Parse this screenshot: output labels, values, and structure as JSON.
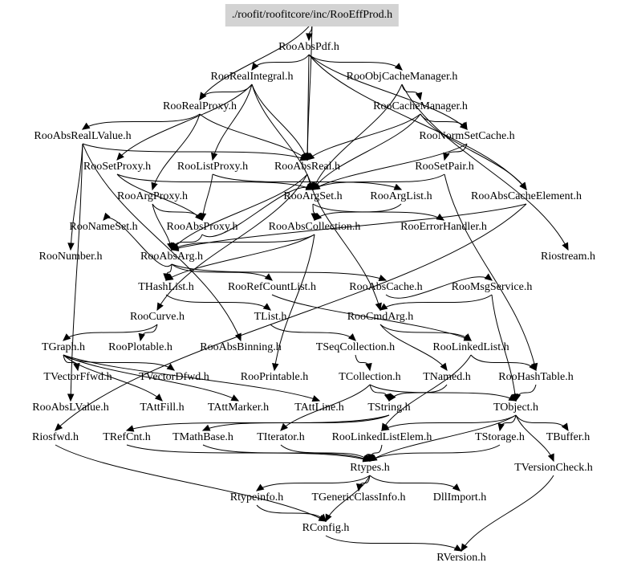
{
  "diagram": {
    "type": "include-dependency-graph",
    "root": "./roofit/roofitcore/inc/RooEffProd.h",
    "colors": {
      "root_fill": "#d3d3d3",
      "edge": "#000000",
      "background": "#ffffff"
    },
    "nodes": [
      {
        "id": "root",
        "label": "./roofit/roofitcore/inc/RooEffProd.h"
      },
      {
        "id": "RooAbsPdf",
        "label": "RooAbsPdf.h"
      },
      {
        "id": "RooRealIntegral",
        "label": "RooRealIntegral.h"
      },
      {
        "id": "RooObjCacheManager",
        "label": "RooObjCacheManager.h"
      },
      {
        "id": "RooRealProxy",
        "label": "RooRealProxy.h"
      },
      {
        "id": "RooCacheManager",
        "label": "RooCacheManager.h"
      },
      {
        "id": "RooAbsRealLValue",
        "label": "RooAbsRealLValue.h"
      },
      {
        "id": "RooNormSetCache",
        "label": "RooNormSetCache.h"
      },
      {
        "id": "RooSetProxy",
        "label": "RooSetProxy.h"
      },
      {
        "id": "RooListProxy",
        "label": "RooListProxy.h"
      },
      {
        "id": "RooAbsReal",
        "label": "RooAbsReal.h"
      },
      {
        "id": "RooSetPair",
        "label": "RooSetPair.h"
      },
      {
        "id": "RooArgProxy",
        "label": "RooArgProxy.h"
      },
      {
        "id": "RooArgSet",
        "label": "RooArgSet.h"
      },
      {
        "id": "RooArgList",
        "label": "RooArgList.h"
      },
      {
        "id": "RooAbsCacheElement",
        "label": "RooAbsCacheElement.h"
      },
      {
        "id": "RooNameSet",
        "label": "RooNameSet.h"
      },
      {
        "id": "RooAbsProxy",
        "label": "RooAbsProxy.h"
      },
      {
        "id": "RooAbsCollection",
        "label": "RooAbsCollection.h"
      },
      {
        "id": "RooErrorHandler",
        "label": "RooErrorHandler.h"
      },
      {
        "id": "RooNumber",
        "label": "RooNumber.h"
      },
      {
        "id": "RooAbsArg",
        "label": "RooAbsArg.h"
      },
      {
        "id": "Riostream",
        "label": "Riostream.h"
      },
      {
        "id": "THashList",
        "label": "THashList.h"
      },
      {
        "id": "RooRefCountList",
        "label": "RooRefCountList.h"
      },
      {
        "id": "RooAbsCache",
        "label": "RooAbsCache.h"
      },
      {
        "id": "RooMsgService",
        "label": "RooMsgService.h"
      },
      {
        "id": "RooCurve",
        "label": "RooCurve.h"
      },
      {
        "id": "TList",
        "label": "TList.h"
      },
      {
        "id": "RooCmdArg",
        "label": "RooCmdArg.h"
      },
      {
        "id": "TGraph",
        "label": "TGraph.h"
      },
      {
        "id": "RooPlotable",
        "label": "RooPlotable.h"
      },
      {
        "id": "RooAbsBinning",
        "label": "RooAbsBinning.h"
      },
      {
        "id": "TSeqCollection",
        "label": "TSeqCollection.h"
      },
      {
        "id": "RooLinkedList",
        "label": "RooLinkedList.h"
      },
      {
        "id": "TVectorFfwd",
        "label": "TVectorFfwd.h"
      },
      {
        "id": "TVectorDfwd",
        "label": "TVectorDfwd.h"
      },
      {
        "id": "RooPrintable",
        "label": "RooPrintable.h"
      },
      {
        "id": "TCollection",
        "label": "TCollection.h"
      },
      {
        "id": "TNamed",
        "label": "TNamed.h"
      },
      {
        "id": "RooHashTable",
        "label": "RooHashTable.h"
      },
      {
        "id": "RooAbsLValue",
        "label": "RooAbsLValue.h"
      },
      {
        "id": "TAttFill",
        "label": "TAttFill.h"
      },
      {
        "id": "TAttMarker",
        "label": "TAttMarker.h"
      },
      {
        "id": "TAttLine",
        "label": "TAttLine.h"
      },
      {
        "id": "TString",
        "label": "TString.h"
      },
      {
        "id": "TObject",
        "label": "TObject.h"
      },
      {
        "id": "Riosfwd",
        "label": "Riosfwd.h"
      },
      {
        "id": "TRefCnt",
        "label": "TRefCnt.h"
      },
      {
        "id": "TMathBase",
        "label": "TMathBase.h"
      },
      {
        "id": "TIterator",
        "label": "TIterator.h"
      },
      {
        "id": "RooLinkedListElem",
        "label": "RooLinkedListElem.h"
      },
      {
        "id": "TStorage",
        "label": "TStorage.h"
      },
      {
        "id": "TBuffer",
        "label": "TBuffer.h"
      },
      {
        "id": "Rtypes",
        "label": "Rtypes.h"
      },
      {
        "id": "TVersionCheck",
        "label": "TVersionCheck.h"
      },
      {
        "id": "Rtypeinfo",
        "label": "Rtypeinfo.h"
      },
      {
        "id": "TGenericClassInfo",
        "label": "TGenericClassInfo.h"
      },
      {
        "id": "DllImport",
        "label": "DllImport.h"
      },
      {
        "id": "RConfig",
        "label": "RConfig.h"
      },
      {
        "id": "RVersion",
        "label": "RVersion.h"
      }
    ],
    "edges": [
      [
        "root",
        "RooAbsPdf"
      ],
      [
        "root",
        "RooRealProxy"
      ],
      [
        "root",
        "RooAbsReal"
      ],
      [
        "RooAbsPdf",
        "RooRealIntegral"
      ],
      [
        "RooAbsPdf",
        "RooObjCacheManager"
      ],
      [
        "RooAbsPdf",
        "RooAbsReal"
      ],
      [
        "RooAbsPdf",
        "RooNormSetCache"
      ],
      [
        "RooAbsPdf",
        "RooAbsCacheElement"
      ],
      [
        "RooRealIntegral",
        "RooRealProxy"
      ],
      [
        "RooRealIntegral",
        "RooAbsReal"
      ],
      [
        "RooRealIntegral",
        "RooArgSet"
      ],
      [
        "RooRealIntegral",
        "RooSetProxy"
      ],
      [
        "RooRealIntegral",
        "RooListProxy"
      ],
      [
        "RooObjCacheManager",
        "RooCacheManager"
      ],
      [
        "RooObjCacheManager",
        "RooArgSet"
      ],
      [
        "RooObjCacheManager",
        "Riostream"
      ],
      [
        "RooRealProxy",
        "RooAbsRealLValue"
      ],
      [
        "RooRealProxy",
        "RooAbsReal"
      ],
      [
        "RooRealProxy",
        "RooArgProxy"
      ],
      [
        "RooCacheManager",
        "RooNormSetCache"
      ],
      [
        "RooCacheManager",
        "RooAbsCacheElement"
      ],
      [
        "RooCacheManager",
        "RooArgSet"
      ],
      [
        "RooCacheManager",
        "RooAbsReal"
      ],
      [
        "RooNormSetCache",
        "RooSetPair"
      ],
      [
        "RooNormSetCache",
        "RooArgSet"
      ],
      [
        "RooAbsRealLValue",
        "RooAbsReal"
      ],
      [
        "RooAbsRealLValue",
        "RooNumber"
      ],
      [
        "RooAbsRealLValue",
        "RooAbsLValue"
      ],
      [
        "RooAbsRealLValue",
        "RooAbsBinning"
      ],
      [
        "RooSetProxy",
        "RooArgSet"
      ],
      [
        "RooSetProxy",
        "RooAbsProxy"
      ],
      [
        "RooListProxy",
        "RooArgList"
      ],
      [
        "RooListProxy",
        "RooAbsProxy"
      ],
      [
        "RooAbsReal",
        "RooAbsArg"
      ],
      [
        "RooAbsReal",
        "RooCmdArg"
      ],
      [
        "RooAbsReal",
        "RooCurve"
      ],
      [
        "RooSetPair",
        "RooArgSet"
      ],
      [
        "RooSetPair",
        "RooHashTable"
      ],
      [
        "RooArgProxy",
        "RooAbsProxy"
      ],
      [
        "RooArgProxy",
        "RooAbsArg"
      ],
      [
        "RooArgSet",
        "RooAbsCollection"
      ],
      [
        "RooArgSet",
        "RooErrorHandler"
      ],
      [
        "RooArgList",
        "RooAbsCollection"
      ],
      [
        "RooAbsCacheElement",
        "RooAbsArg"
      ],
      [
        "RooAbsCacheElement",
        "Riosfwd"
      ],
      [
        "RooAbsProxy",
        "RooAbsArg"
      ],
      [
        "RooAbsProxy",
        "RooArgSet"
      ],
      [
        "RooAbsCollection",
        "RooAbsArg"
      ],
      [
        "RooAbsCollection",
        "RooPrintable"
      ],
      [
        "RooAbsCollection",
        "THashList"
      ],
      [
        "RooAbsArg",
        "THashList"
      ],
      [
        "RooAbsArg",
        "RooRefCountList"
      ],
      [
        "RooAbsArg",
        "RooAbsCache"
      ],
      [
        "RooAbsArg",
        "RooNameSet"
      ],
      [
        "RooRefCountList",
        "RooLinkedList"
      ],
      [
        "RooAbsCache",
        "RooMsgService"
      ],
      [
        "RooMsgService",
        "RooCmdArg"
      ],
      [
        "RooMsgService",
        "TObject"
      ],
      [
        "THashList",
        "TList"
      ],
      [
        "TList",
        "TSeqCollection"
      ],
      [
        "TSeqCollection",
        "TCollection"
      ],
      [
        "RooCmdArg",
        "TNamed"
      ],
      [
        "RooCmdArg",
        "RooLinkedList"
      ],
      [
        "RooCurve",
        "TGraph"
      ],
      [
        "RooCurve",
        "RooPlotable"
      ],
      [
        "TGraph",
        "TVectorFfwd"
      ],
      [
        "TGraph",
        "TVectorDfwd"
      ],
      [
        "TGraph",
        "TAttFill"
      ],
      [
        "TGraph",
        "TAttMarker"
      ],
      [
        "TGraph",
        "TAttLine"
      ],
      [
        "RooLinkedList",
        "RooHashTable"
      ],
      [
        "RooLinkedList",
        "RooLinkedListElem"
      ],
      [
        "RooHashTable",
        "TObject"
      ],
      [
        "TCollection",
        "TString"
      ],
      [
        "TCollection",
        "TObject"
      ],
      [
        "TCollection",
        "TIterator"
      ],
      [
        "TNamed",
        "TString"
      ],
      [
        "TString",
        "TRefCnt"
      ],
      [
        "TString",
        "TMathBase"
      ],
      [
        "TObject",
        "TStorage"
      ],
      [
        "TObject",
        "TBuffer"
      ],
      [
        "TObject",
        "Rtypes"
      ],
      [
        "TObject",
        "TVersionCheck"
      ],
      [
        "TObject",
        "RooLinkedListElem"
      ],
      [
        "Riosfwd",
        "RConfig"
      ],
      [
        "TRefCnt",
        "Rtypes"
      ],
      [
        "TMathBase",
        "Rtypes"
      ],
      [
        "TIterator",
        "Rtypes"
      ],
      [
        "RooLinkedListElem",
        "Rtypes"
      ],
      [
        "TStorage",
        "Rtypes"
      ],
      [
        "Rtypes",
        "Rtypeinfo"
      ],
      [
        "Rtypes",
        "TGenericClassInfo"
      ],
      [
        "Rtypes",
        "DllImport"
      ],
      [
        "Rtypes",
        "RConfig"
      ],
      [
        "Rtypeinfo",
        "RConfig"
      ],
      [
        "RConfig",
        "RVersion"
      ],
      [
        "TVersionCheck",
        "RVersion"
      ]
    ]
  }
}
